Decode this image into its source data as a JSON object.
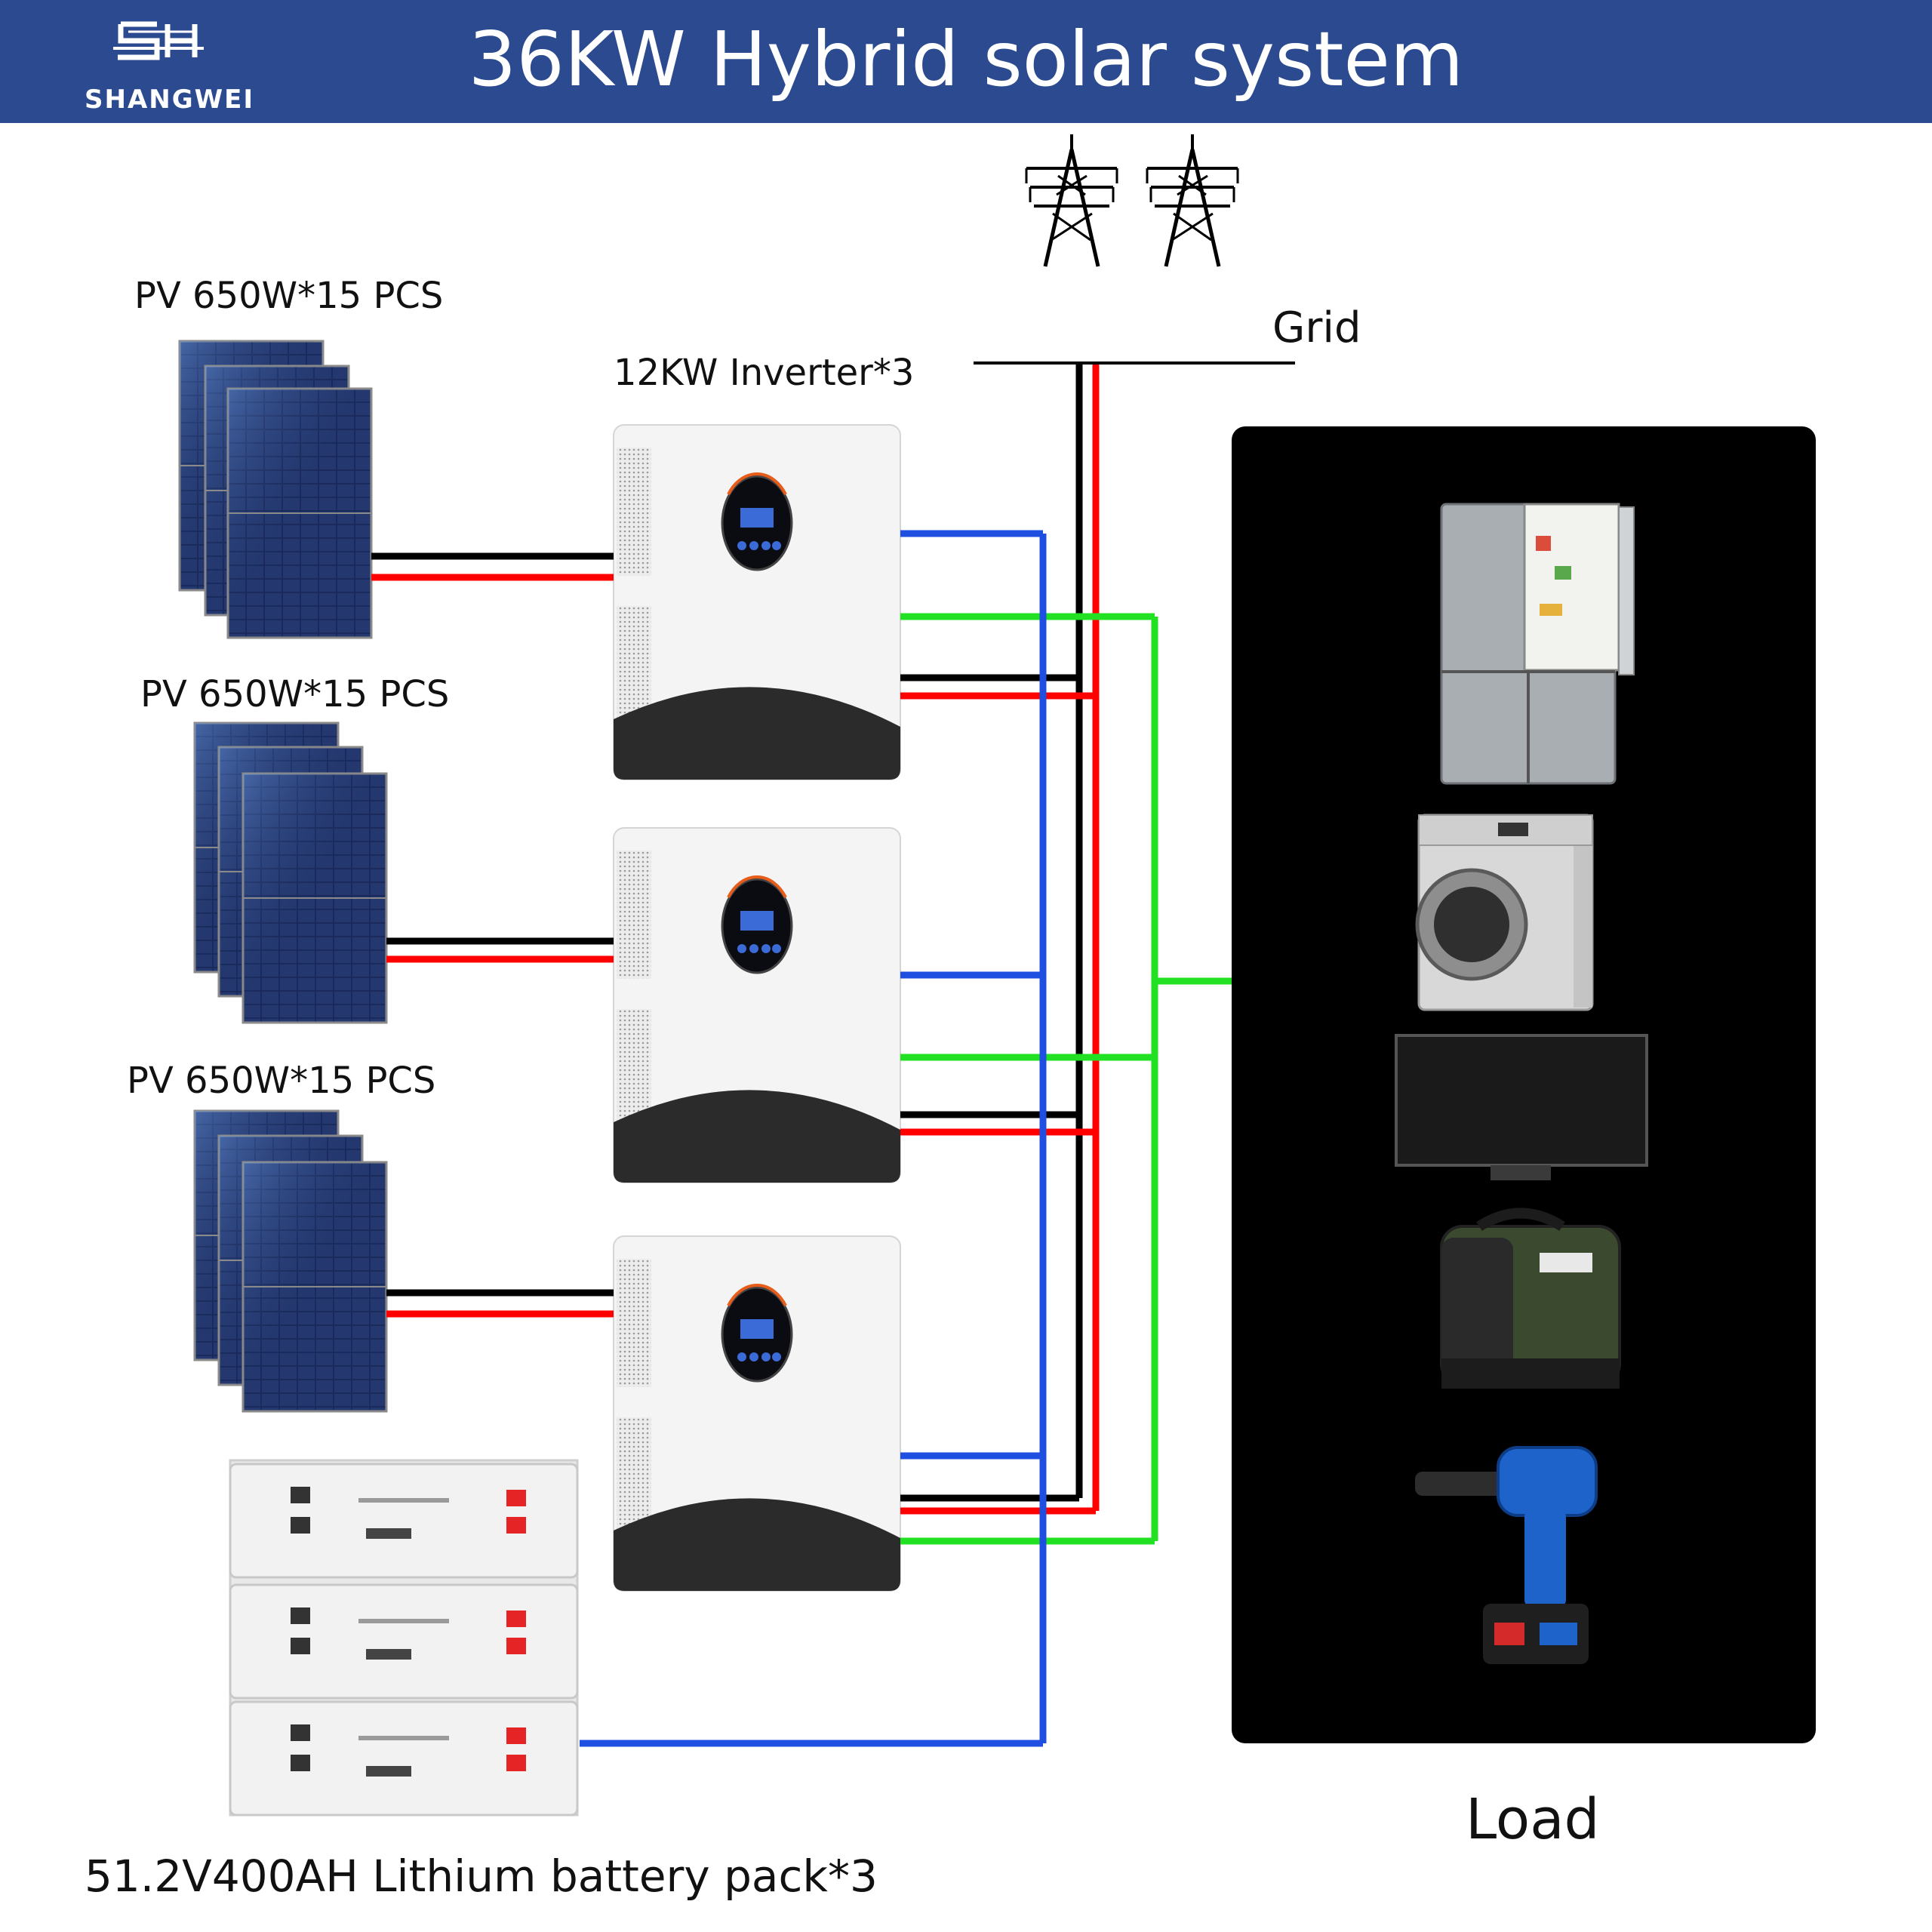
{
  "header": {
    "title": "36KW Hybrid solar system",
    "logo_text": "SHANGWEI",
    "background": "#2c4a8f"
  },
  "labels": {
    "pv_1": "PV 650W*15 PCS",
    "pv_2": "PV 650W*15 PCS",
    "pv_3": "PV 650W*15 PCS",
    "inverter": "12KW Inverter*3",
    "grid": "Grid",
    "battery": "51.2V400AH Lithium battery pack*3",
    "load": "Load"
  },
  "load_items": [
    "refrigerator-icon",
    "washing-machine-icon",
    "television-icon",
    "generator-icon",
    "impact-wrench-icon"
  ],
  "wire_colors": {
    "dc_positive": "#ff0000",
    "dc_negative": "#000000",
    "battery": "#1f4fe0",
    "load_output": "#22e022",
    "grid_live": "#ff0000",
    "grid_neutral": "#000000"
  }
}
